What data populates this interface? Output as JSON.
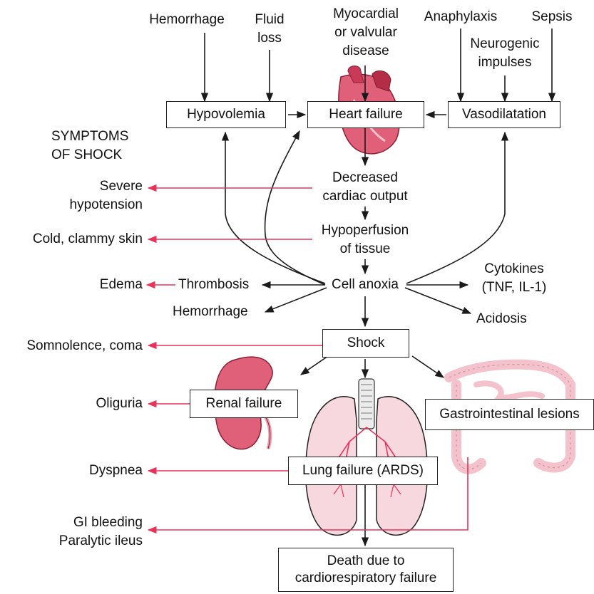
{
  "causes": {
    "hemorrhage": "Hemorrhage",
    "fluid_loss_1": "Fluid",
    "fluid_loss_2": "loss",
    "myocardial_1": "Myocardial",
    "myocardial_2": "or valvular",
    "myocardial_3": "disease",
    "anaphylaxis": "Anaphylaxis",
    "sepsis": "Sepsis",
    "neurogenic_1": "Neurogenic",
    "neurogenic_2": "impulses"
  },
  "boxes": {
    "hypovolemia": "Hypovolemia",
    "heart_failure": "Heart failure",
    "vasodilatation": "Vasodilatation",
    "shock": "Shock",
    "renal_failure": "Renal failure",
    "gi_lesions": "Gastrointestinal lesions",
    "lung_failure": "Lung failure (ARDS)",
    "death_1": "Death due to",
    "death_2": "cardiorespiratory failure"
  },
  "chain": {
    "decreased_1": "Decreased",
    "decreased_2": "cardiac output",
    "hypoperfusion_1": "Hypoperfusion",
    "hypoperfusion_2": "of tissue",
    "cell_anoxia": "Cell anoxia",
    "thrombosis": "Thrombosis",
    "hemorrhage": "Hemorrhage",
    "cytokines_1": "Cytokines",
    "cytokines_2": "(TNF, IL-1)",
    "acidosis": "Acidosis"
  },
  "symptoms": {
    "heading_1": "SYMPTOMS",
    "heading_2": "OF SHOCK",
    "severe_1": "Severe",
    "severe_2": "hypotension",
    "cold_skin": "Cold, clammy skin",
    "edema": "Edema",
    "somnolence": "Somnolence, coma",
    "oliguria": "Oliguria",
    "dyspnea": "Dyspnea",
    "gi_bleeding": "GI bleeding",
    "paralytic": "Paralytic ileus"
  },
  "colors": {
    "symptom_arrow": "#e8325a",
    "line": "#1a1a1a",
    "organ_red": "#e0607a",
    "organ_pink": "#f4c2cc"
  }
}
